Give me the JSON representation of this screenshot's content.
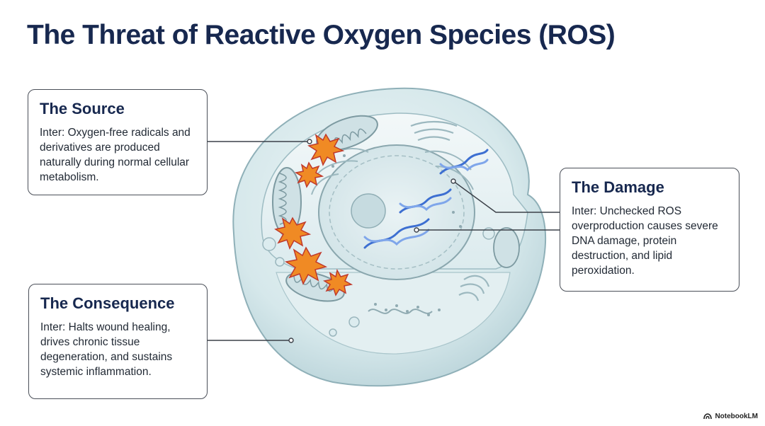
{
  "title": "The Threat of Reactive Oxygen Species (ROS)",
  "callouts": {
    "source": {
      "title": "The Source",
      "body": "Inter: Oxygen-free radicals and derivatives are produced naturally during normal cellular metabolism."
    },
    "damage": {
      "title": "The Damage",
      "body": "Inter: Unchecked ROS overproduction causes severe DNA damage, protein destruction, and lipid peroxidation."
    },
    "consequence": {
      "title": "The Consequence",
      "body": "Inter: Halts wound healing, drives chronic tissue degeneration, and sustains systemic inflammation."
    }
  },
  "brand": {
    "name": "NotebookLM",
    "icon": "notebooklm-logo-icon"
  },
  "colors": {
    "title": "#17284f",
    "cell_membrane": "#bcd6dc",
    "ros_burst": "#f08a24",
    "dna": "#3d6fd1",
    "box_border": "#4a4f58"
  }
}
